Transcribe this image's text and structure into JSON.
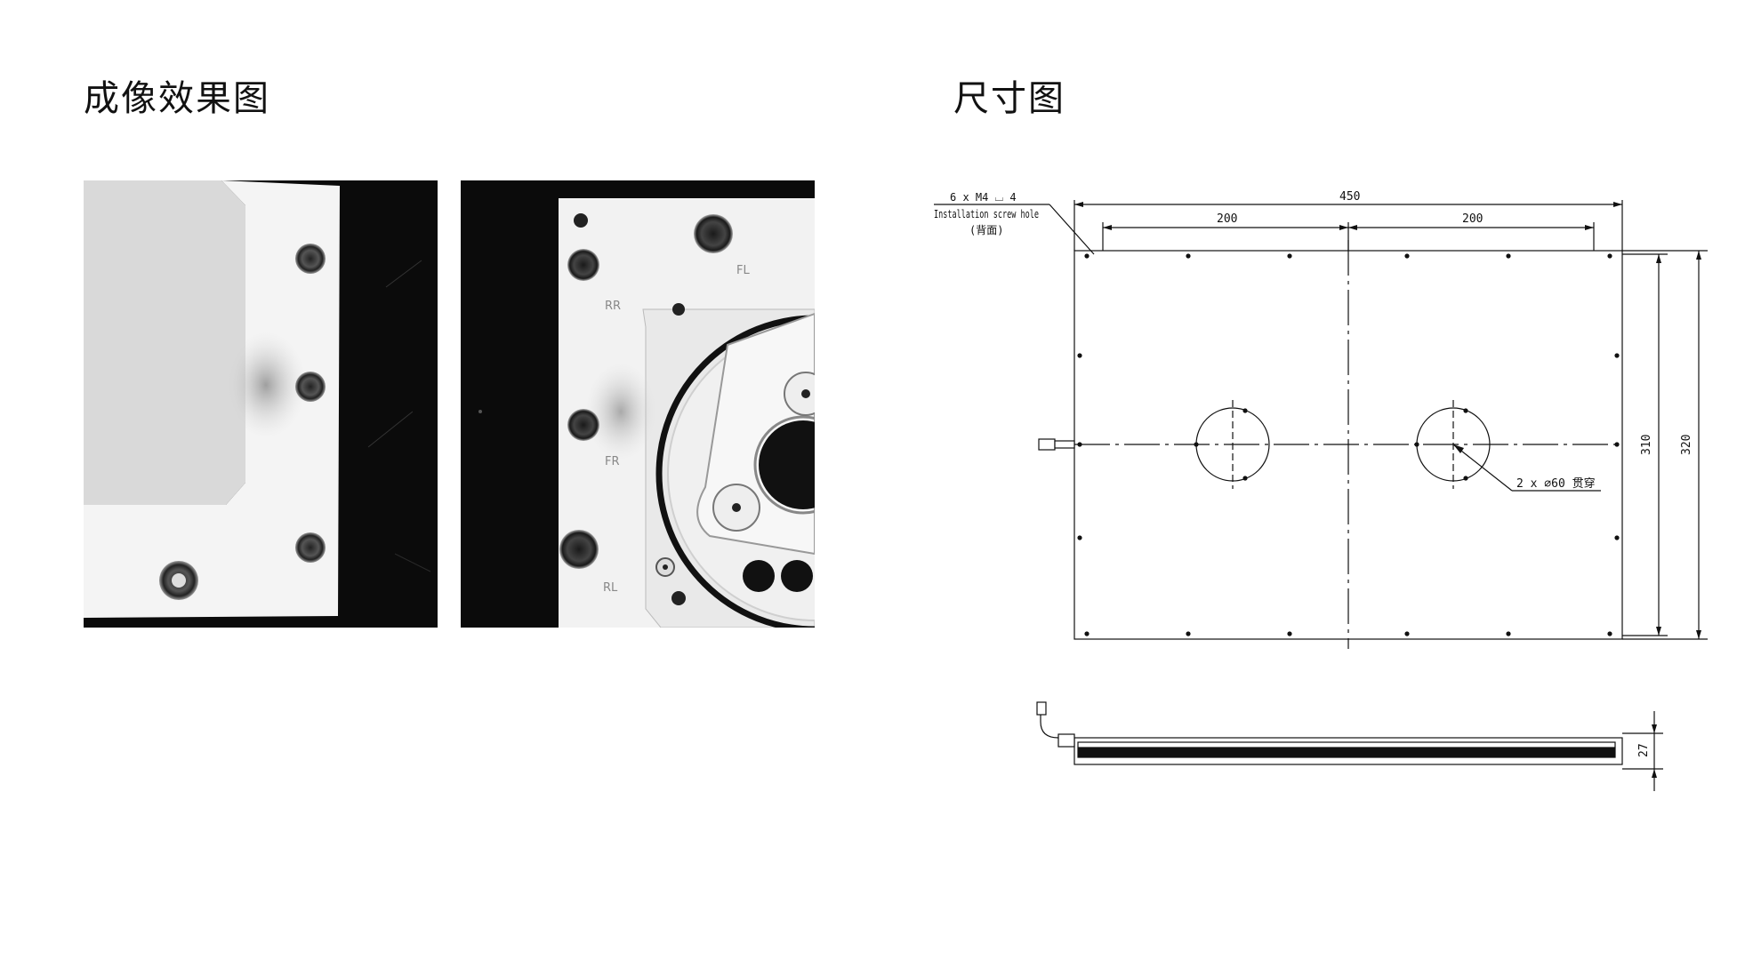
{
  "sections": {
    "imaging_title": "成像效果图",
    "dimension_title": "尺寸图"
  },
  "photo_labels": {
    "rr": "RR",
    "fl": "FL",
    "fr": "FR",
    "rl": "RL"
  },
  "drawing": {
    "screw_note_line1": "6 x  M4 ⌴ 4",
    "screw_note_line2": "Installation screw hole",
    "screw_note_line3": "(背面)",
    "overall_width": "450",
    "left_pitch": "200",
    "right_pitch": "200",
    "inner_height": "310",
    "outer_height": "320",
    "hole_note": "2 x  ⌀60 贯穿",
    "thickness": "27"
  },
  "colors": {
    "ink": "#111111",
    "plate": "#eeeeee",
    "background_dark": "#0b0b0b"
  }
}
